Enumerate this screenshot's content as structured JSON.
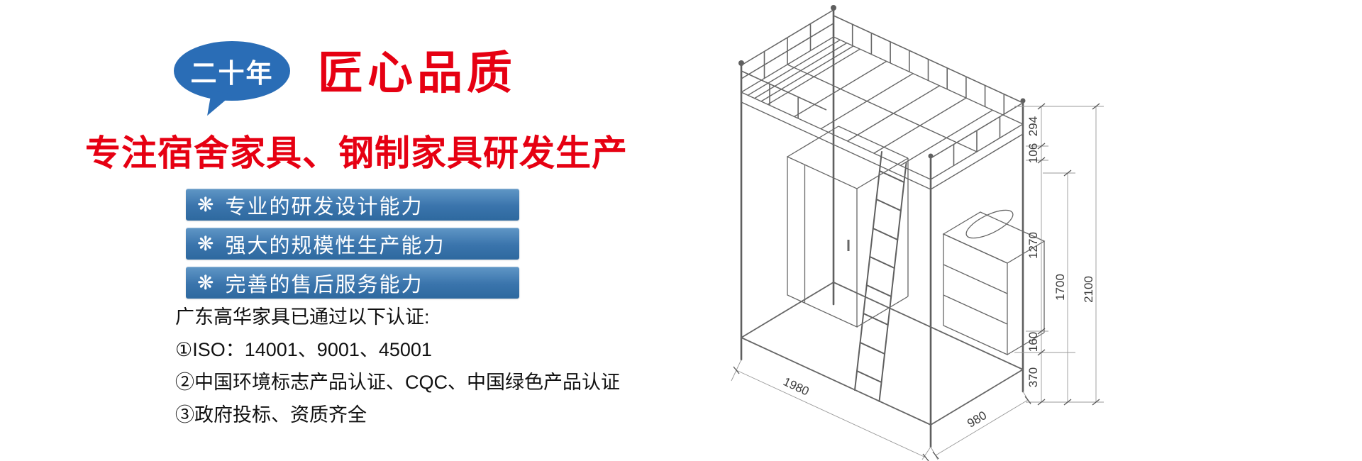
{
  "brand": {
    "badge": "二十年",
    "headline": "匠心品质",
    "subheadline": "专注宿舍家具、钢制家具研发生产"
  },
  "feature_icon": "❋",
  "features": [
    {
      "label": "专业的研发设计能力"
    },
    {
      "label": "强大的规模性生产能力"
    },
    {
      "label": "完善的售后服务能力"
    }
  ],
  "certifications": {
    "title": "广东高华家具已通过以下认证:",
    "items": [
      "①ISO：14001、9001、45001",
      "②中国环境标志产品认证、CQC、中国绿色产品认证",
      "③政府投标、资质齐全"
    ]
  },
  "diagram": {
    "dims": {
      "d294": "294",
      "d106": "106",
      "d1270": "1270",
      "d1700": "1700",
      "d2100": "2100",
      "d160": "160",
      "d370": "370",
      "d1980": "1980",
      "d980": "980"
    }
  },
  "colors": {
    "accent_red": "#e60012",
    "bubble_blue": "#2a6db6",
    "bar_blue_top": "#6097c6",
    "bar_blue_bottom": "#2e699f"
  }
}
